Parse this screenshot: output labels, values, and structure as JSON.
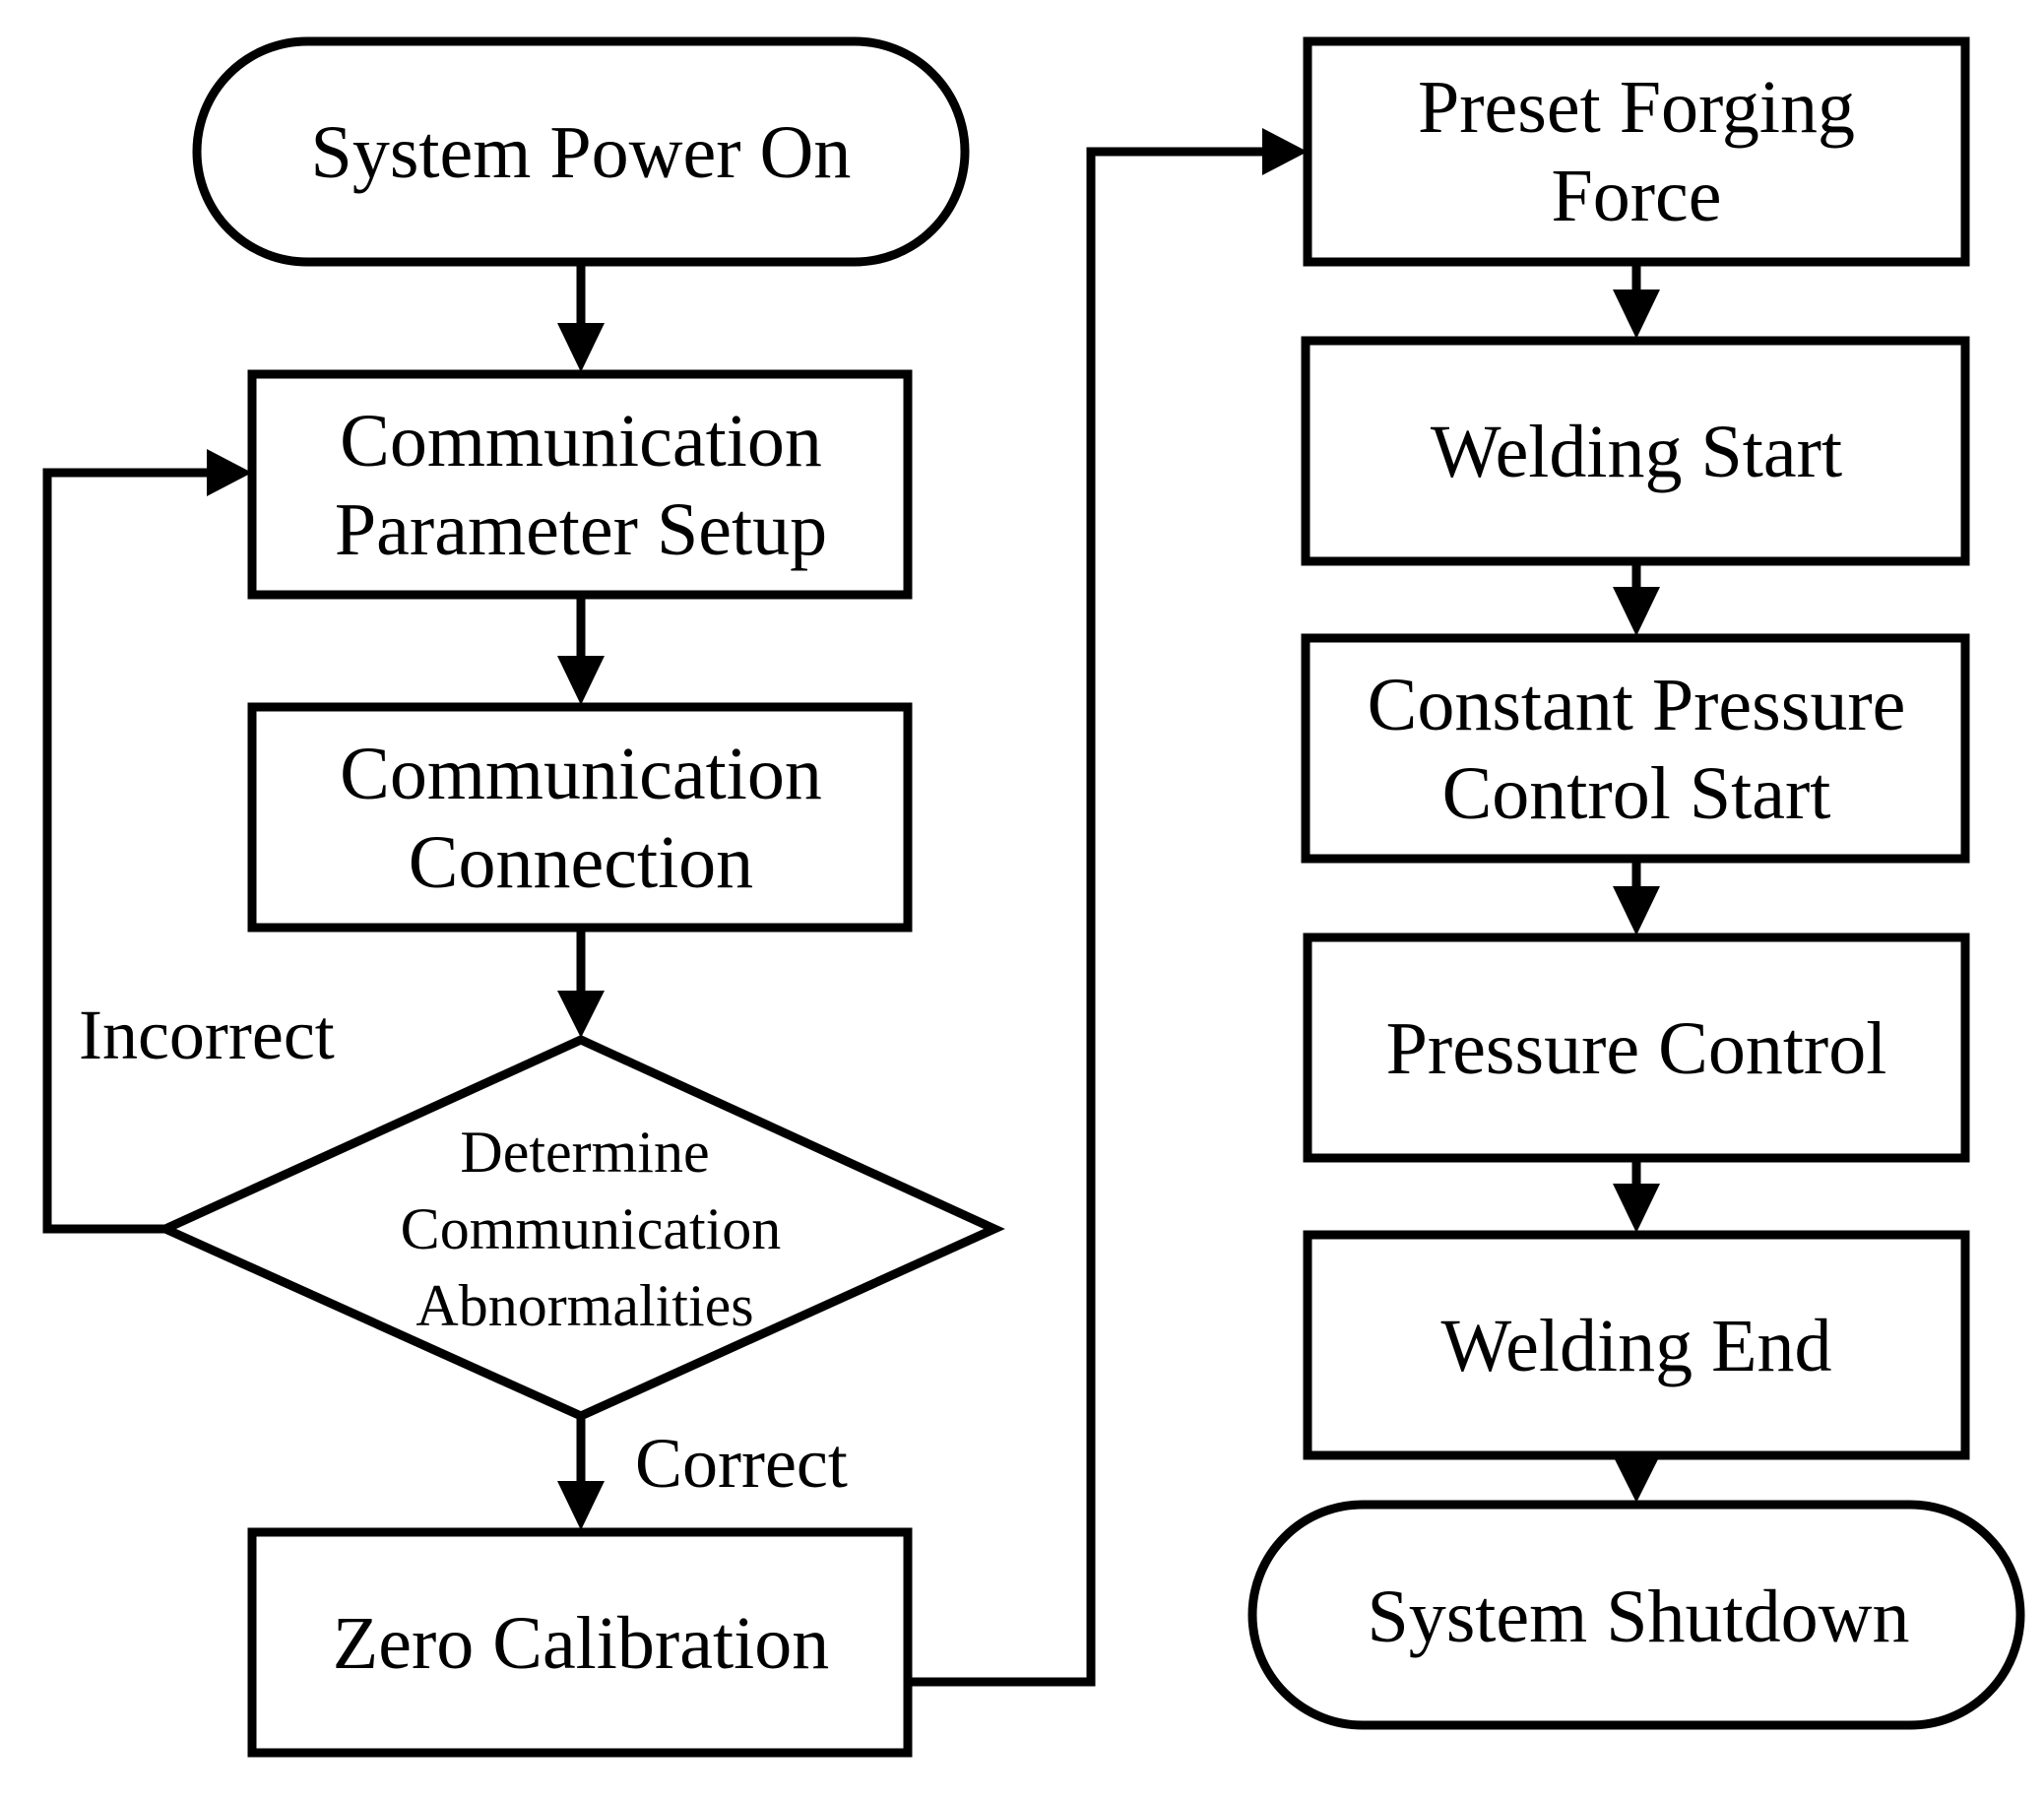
{
  "nodes": {
    "start": {
      "label": "System Power On"
    },
    "comm_setup": {
      "line1": "Communication",
      "line2": "Parameter Setup"
    },
    "comm_connection": {
      "line1": "Communication",
      "line2": "Connection"
    },
    "decision": {
      "line1": "Determine",
      "line2": "Communication",
      "line3": "Abnormalities"
    },
    "zero_calibration": {
      "label": "Zero Calibration"
    },
    "preset_force": {
      "line1": "Preset Forging",
      "line2": "Force"
    },
    "welding_start": {
      "label": "Welding Start"
    },
    "constant_pressure": {
      "line1": "Constant Pressure",
      "line2": "Control Start"
    },
    "pressure_control": {
      "label": "Pressure Control"
    },
    "welding_end": {
      "label": "Welding End"
    },
    "end": {
      "label": "System Shutdown"
    }
  },
  "edge_labels": {
    "incorrect": "Incorrect",
    "correct": "Correct"
  }
}
